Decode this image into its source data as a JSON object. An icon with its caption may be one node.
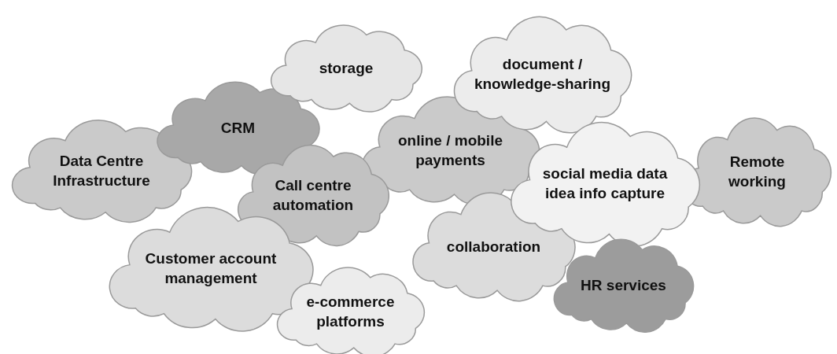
{
  "diagram": {
    "nodes": [
      {
        "text": [
          "storage"
        ]
      },
      {
        "text": [
          "document / knowledge-sharing"
        ]
      },
      {
        "text": [
          "CRM"
        ]
      },
      {
        "text": [
          "online / mobile payments"
        ]
      },
      {
        "text": [
          "Data Centre Infrastructure"
        ]
      },
      {
        "text": [
          "Call centre automation"
        ]
      },
      {
        "text": [
          "social media data idea info capture"
        ]
      },
      {
        "text": [
          "Remote working"
        ]
      },
      {
        "text": [
          "collaboration"
        ]
      },
      {
        "text": [
          "Customer account management"
        ]
      },
      {
        "text": [
          "HR services"
        ]
      },
      {
        "text": [
          "e-commerce platforms"
        ]
      }
    ]
  }
}
